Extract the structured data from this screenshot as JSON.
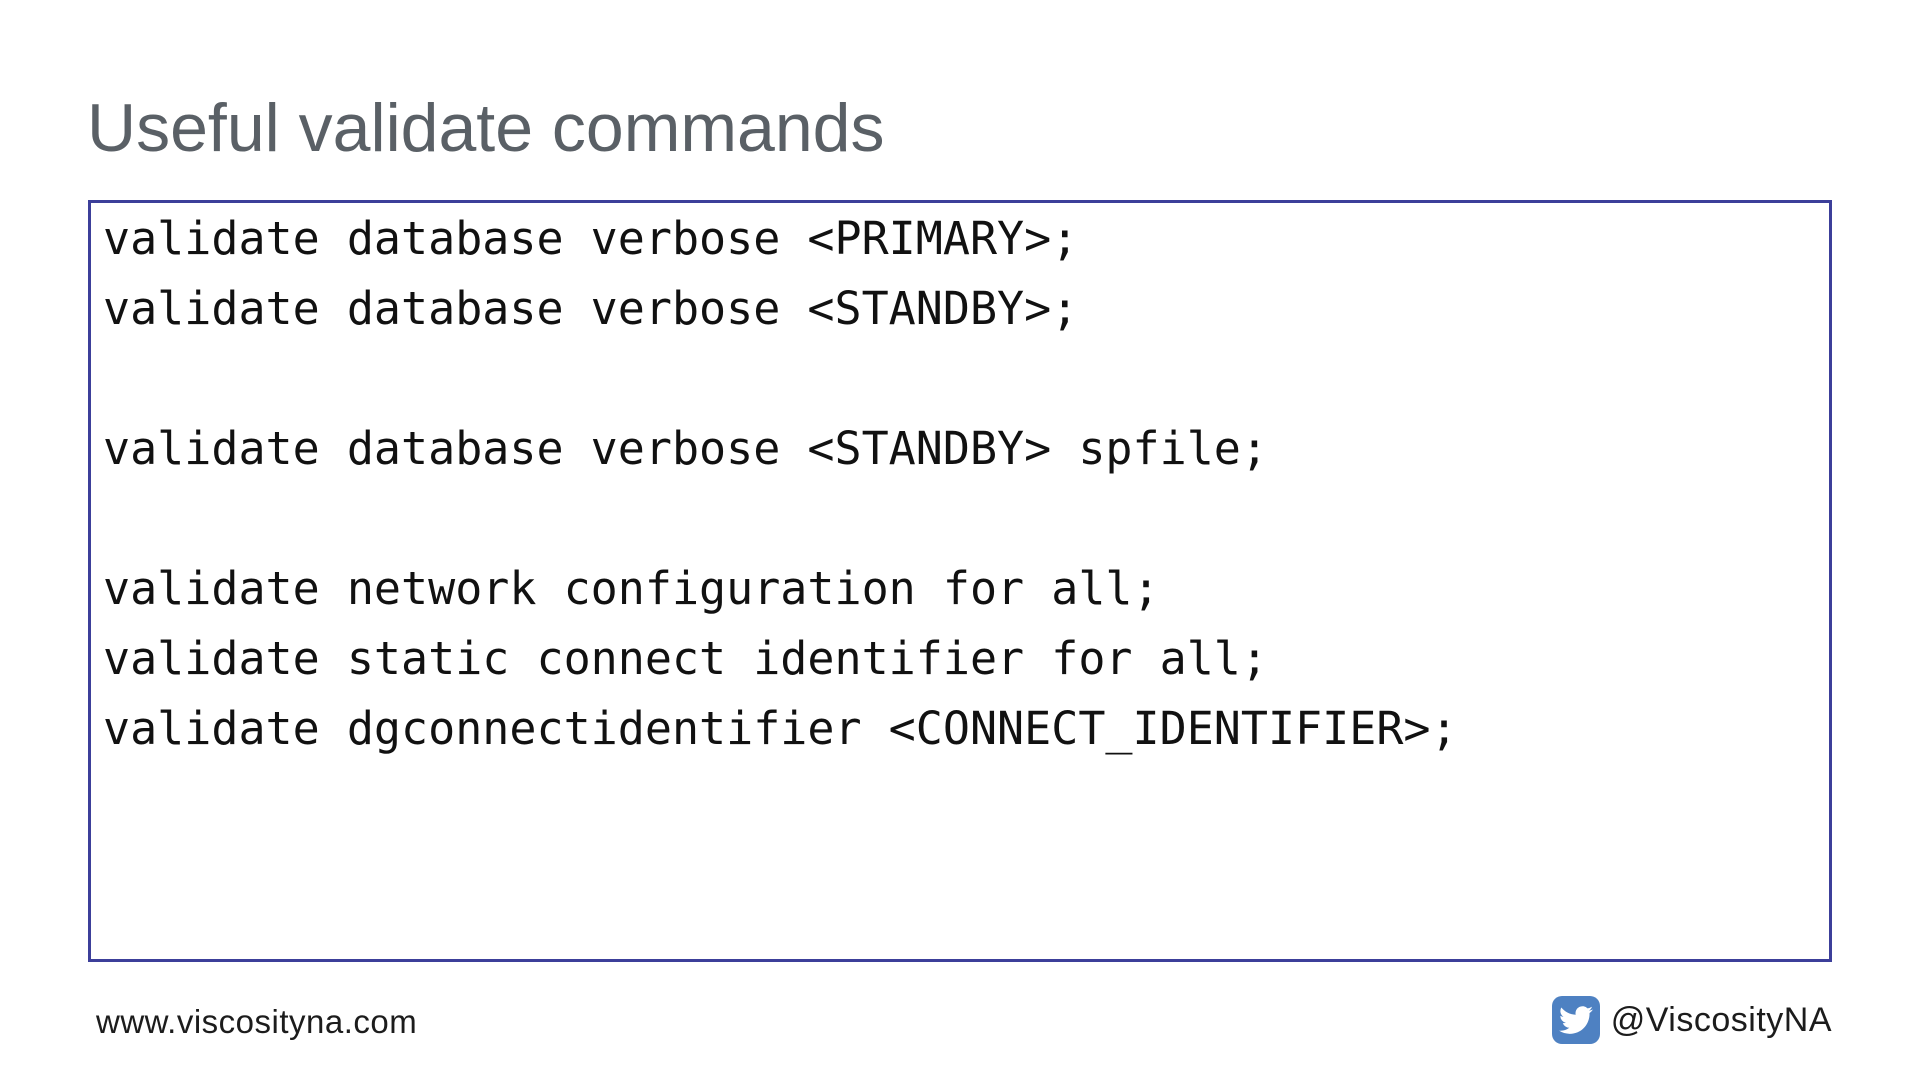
{
  "slide": {
    "title": "Useful validate commands",
    "code_lines": [
      "validate database verbose <PRIMARY>;",
      "validate database verbose <STANDBY>;",
      "",
      "validate database verbose <STANDBY> spfile;",
      "",
      "validate network configuration for all;",
      "validate static connect identifier for all;",
      "validate dgconnectidentifier <CONNECT_IDENTIFIER>;"
    ],
    "footer": {
      "website": "www.viscosityna.com",
      "twitter_handle": "@ViscosityNA",
      "twitter_icon": "twitter-bird-icon"
    },
    "colors": {
      "background": "#ffffff",
      "title_text": "#5a6066",
      "code_text": "#111111",
      "box_border": "#3c3f9a",
      "twitter_blue": "#4e81c2",
      "footer_text": "#1c1c1c"
    }
  }
}
